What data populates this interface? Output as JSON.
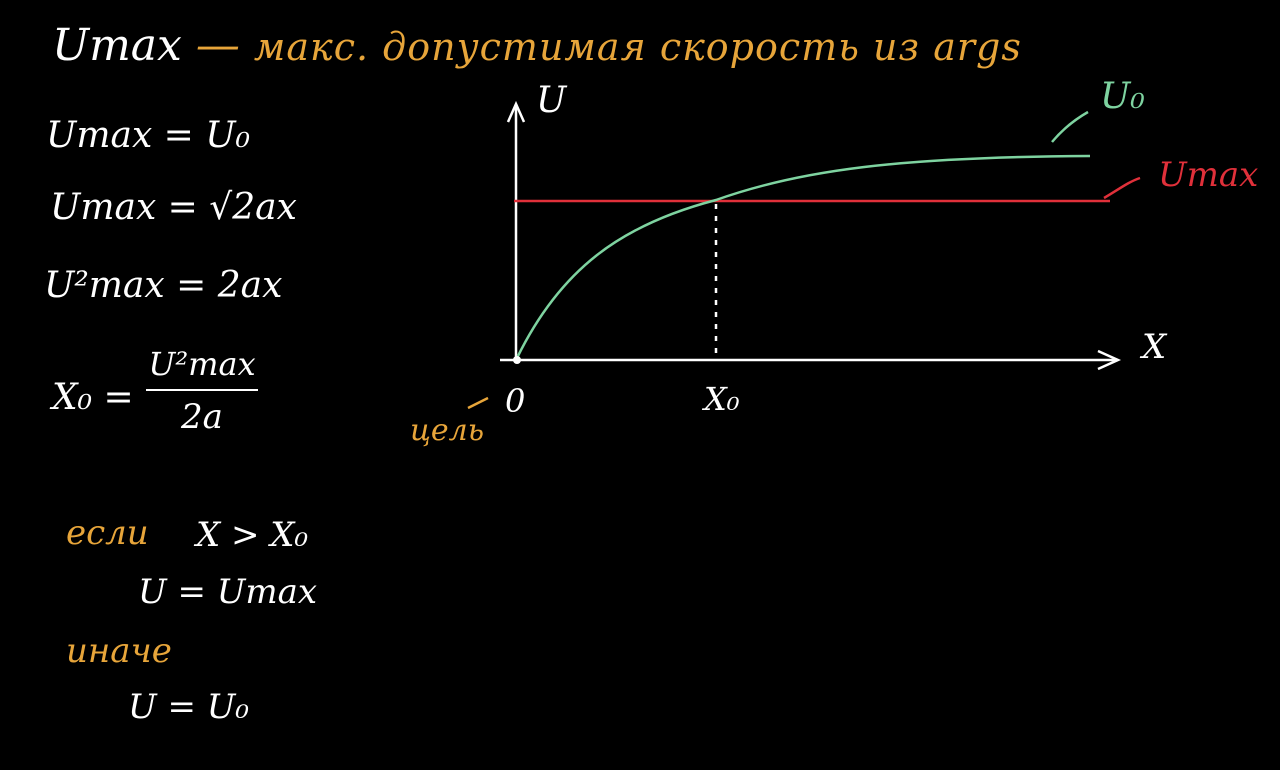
{
  "title": {
    "head": "Umax",
    "dash": "—",
    "desc": "макс. допустимая скорость из args"
  },
  "formulas": [
    "Umax = U₀",
    "Umax = √2ax",
    "U²max = 2ax",
    "X₀ ="
  ],
  "fraction": {
    "numerator": "U²max",
    "denominator": "2a"
  },
  "conditions": {
    "if_label": "если",
    "if_expr": "X > X₀",
    "then_expr": "U = Umax",
    "else_label": "иначе",
    "else_expr": "U = U₀"
  },
  "chart_data": {
    "type": "line",
    "ylabel": "U",
    "xlabel": "X",
    "origin_label": "0",
    "target_label": "цель",
    "x0_label": "X₀",
    "series": [
      {
        "name": "U₀",
        "color": "#7ed3a0"
      },
      {
        "name": "Umax",
        "color": "#e0303a"
      }
    ]
  },
  "colors": {
    "background": "#000000",
    "text": "#ffffff",
    "accent": "#e7a53a",
    "v0_curve": "#7ed3a0",
    "vmax_line": "#e0303a"
  }
}
